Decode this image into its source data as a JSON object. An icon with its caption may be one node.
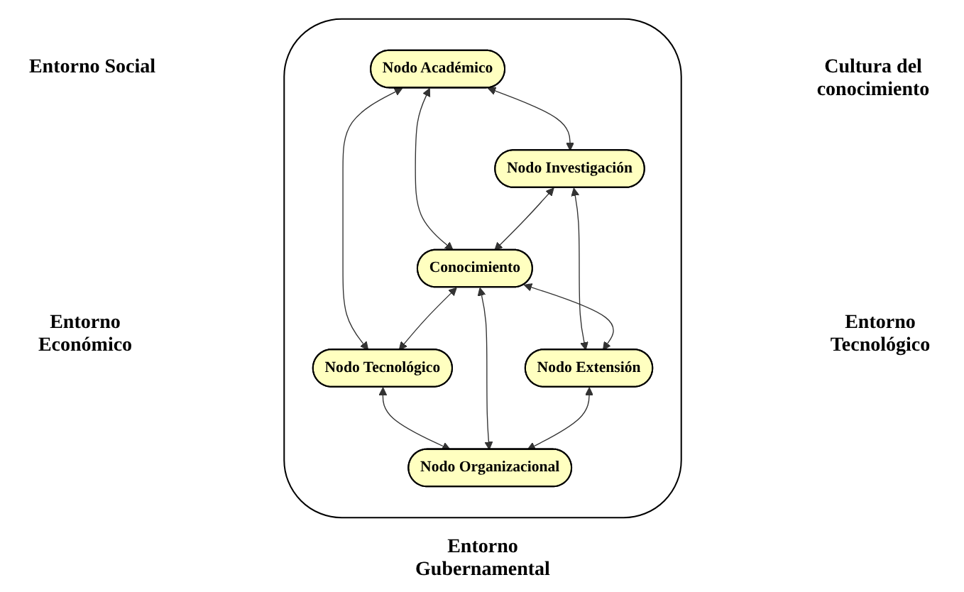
{
  "diagram": {
    "nodes": [
      {
        "text": [],
        "shape": "ellipse"
      },
      {
        "text": [
          "Nodo Académico"
        ],
        "in": 0
      },
      {
        "text": [
          "Nodo Investigación"
        ],
        "in": 0
      },
      {
        "text": [
          "Conocimiento"
        ],
        "in": 0
      },
      {
        "text": [
          "Nodo Tecnológico"
        ],
        "in": 0
      },
      {
        "text": [
          "Nodo Extensión"
        ],
        "in": 0
      },
      {
        "text": [
          "Nodo Organizacional"
        ],
        "in": 0
      }
    ],
    "edges": [
      {
        "from": 1,
        "to": 2,
        "arrow": "both"
      },
      {
        "from": 1,
        "to": 4,
        "arrow": "both"
      },
      {
        "from": 1,
        "to": 3,
        "arrow": "both"
      },
      {
        "from": 2,
        "to": 3,
        "arrow": "both"
      },
      {
        "from": 3,
        "to": 4,
        "arrow": "both"
      },
      {
        "from": 2,
        "to": 5,
        "arrow": "both"
      },
      {
        "from": 4,
        "to": 6,
        "arrow": "both"
      },
      {
        "from": 3,
        "to": 5,
        "arrow": "both"
      },
      {
        "from": 3,
        "to": 6,
        "arrow": "both"
      },
      {
        "from": 5,
        "to": 6,
        "arrow": "both"
      }
    ],
    "labels": [
      "Entorno Social",
      "Cultura del conocimiento",
      "Entorno Económico",
      "Entorno Tecnológico",
      "Entorno Gubernamental"
    ]
  }
}
